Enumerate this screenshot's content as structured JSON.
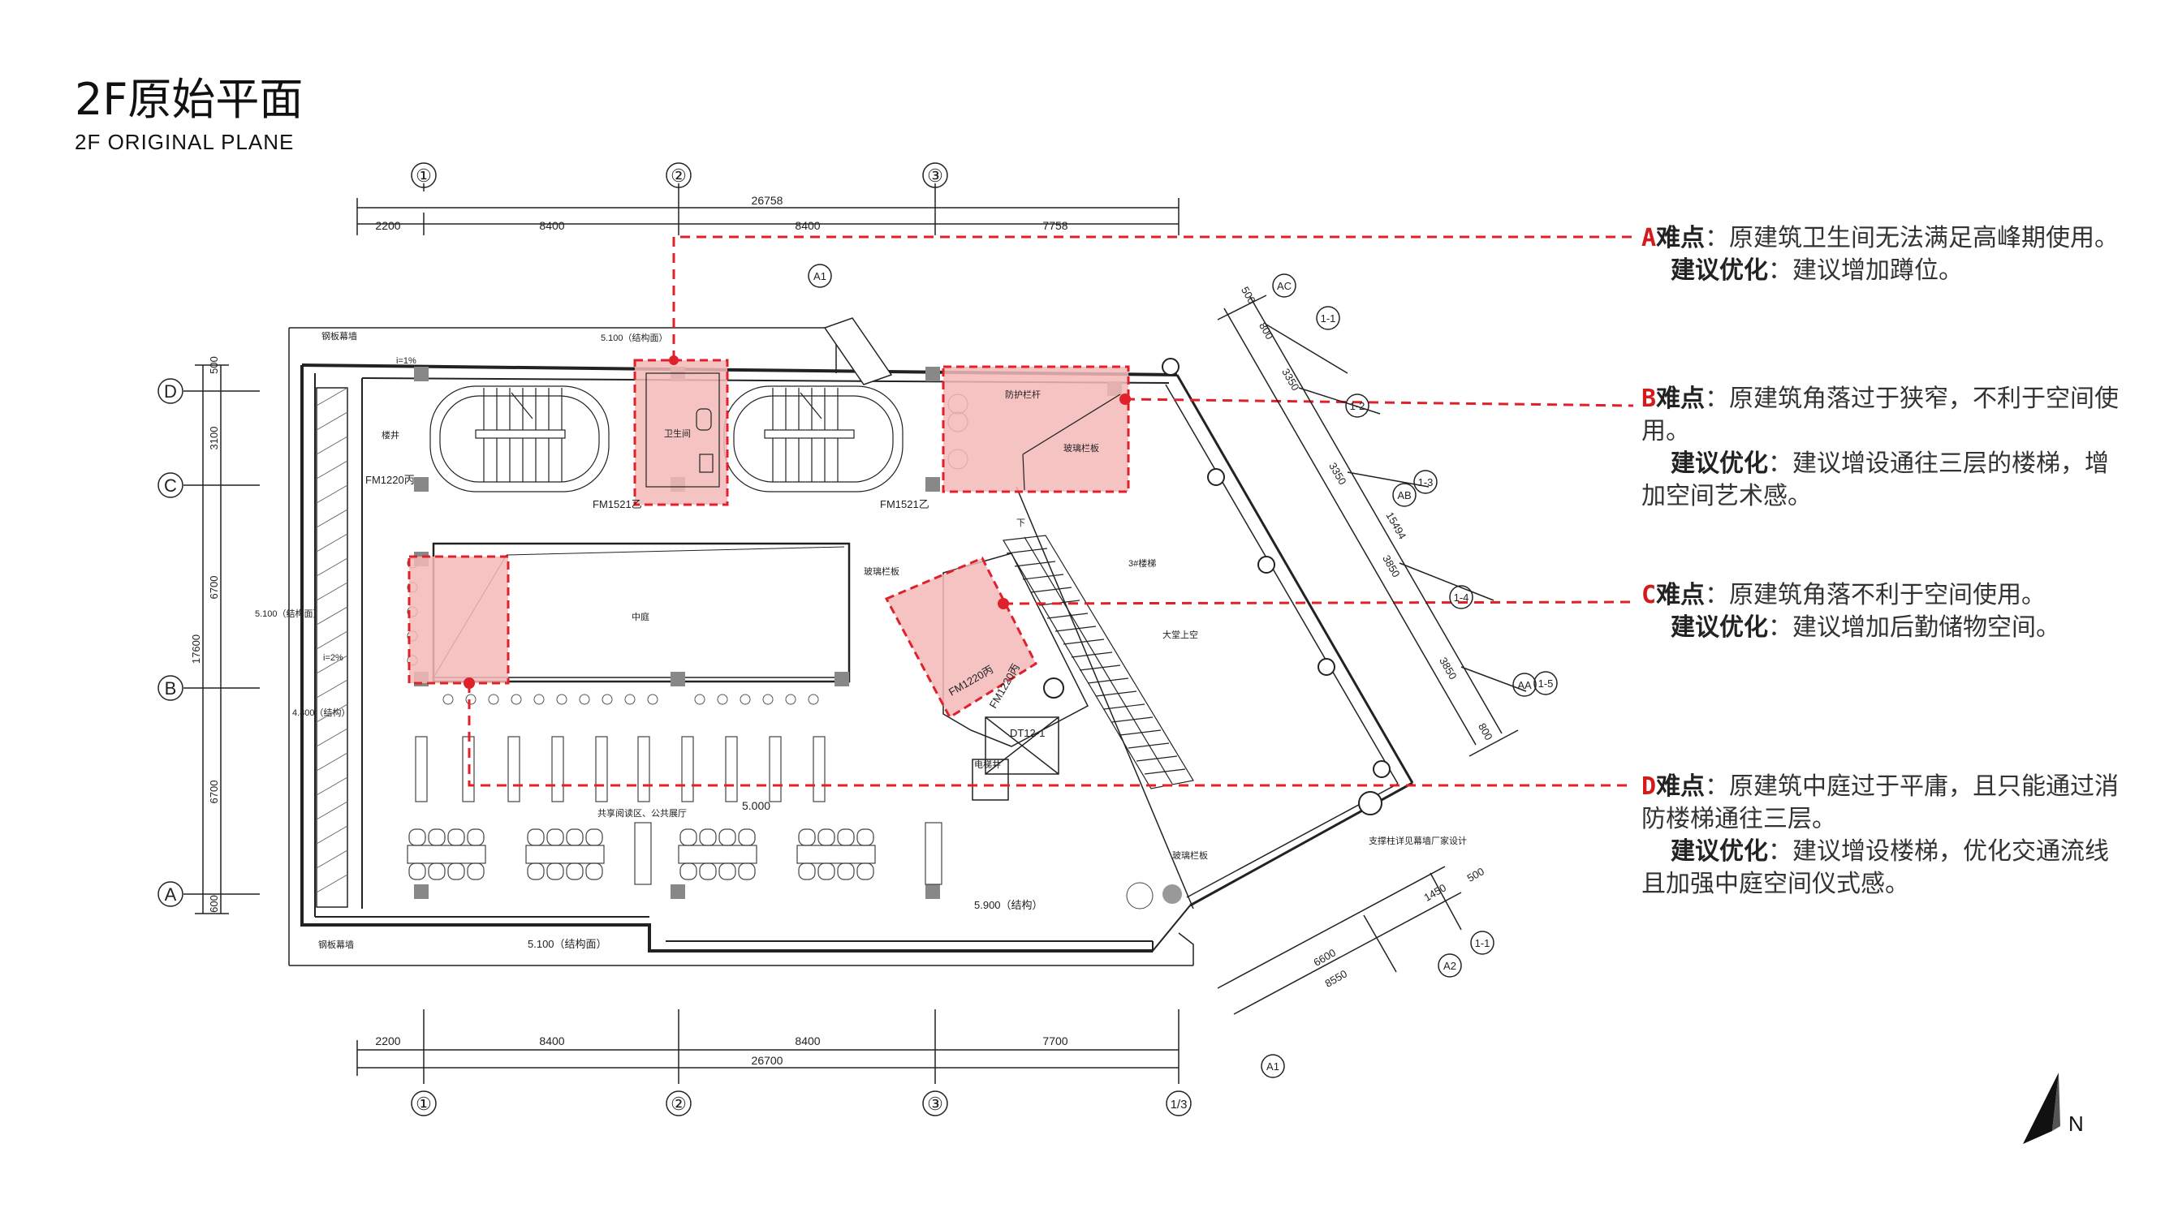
{
  "header": {
    "title": "2F原始平面",
    "subtitle": "2F ORIGINAL PLANE"
  },
  "grid": {
    "axes_top": [
      "①",
      "②",
      "③"
    ],
    "axes_bottom": [
      "①",
      "②",
      "③",
      "1/3"
    ],
    "axes_left": [
      "D",
      "C",
      "B",
      "A"
    ],
    "dims_top_total": "26758",
    "dims_top": [
      "2200",
      "8400",
      "8400",
      "7758"
    ],
    "dims_bottom_total": "26700",
    "dims_bottom": [
      "2200",
      "8400",
      "8400",
      "7700"
    ],
    "dims_left_total": "17600",
    "dims_left": [
      "500",
      "3100",
      "6700",
      "6700",
      "600"
    ],
    "dims_right": [
      "500",
      "800",
      "3350",
      "3350",
      "3850",
      "3850",
      "800",
      "15494"
    ],
    "dims_bottom_right": [
      "1450",
      "500",
      "6600",
      "8550"
    ],
    "axes_right": [
      "AC",
      "1-1",
      "1-2",
      "AB",
      "1-3",
      "1-4",
      "AA",
      "1-5",
      "A1",
      "A2",
      "1-1"
    ],
    "axis_a1_top": "A1"
  },
  "labels": {
    "level_top": "5.100（结构面）",
    "level_left": "5.100（结构面）",
    "level_left2": "4.800（结构）",
    "level_center": "5.000",
    "level_bottom_right": "5.900（结构）",
    "level_bottom": "5.100（结构面）",
    "stair_left": "楼井",
    "toilet": "卫生间",
    "door_fm1220": "FM1220丙",
    "door_fm1521_l": "FM1521乙",
    "door_fm1521_r": "FM1521乙",
    "atrium": "中庭",
    "glass_rail": "玻璃栏板",
    "glass_rail2": "玻璃栏板",
    "glass_rail3": "玻璃栏板",
    "rail_label": "防护栏杆",
    "shared_hall": "共享阅读区、公共展厅",
    "fm1220_door2": "FM1220丙",
    "fm1220_door3": "FM1220丙",
    "dt": "DT12-1",
    "shaft": "电梯井",
    "stair3": "3#楼梯",
    "void": "大堂上空",
    "steel": "钢板幕墙",
    "steel2": "钢板幕墙",
    "slope_1": "i=1%",
    "slope_2": "i=2%",
    "corner_note": "支撑柱详见幕墙厂家设计",
    "stair_up": "下"
  },
  "notes": [
    {
      "letter": "A",
      "lead": "难点",
      "text": "：原建筑卫生间无法满足高峰期使用。",
      "sugg_label": "建议优化",
      "sugg_text": "：建议增加蹲位。"
    },
    {
      "letter": "B",
      "lead": "难点",
      "text": "：原建筑角落过于狭窄，不利于空间使用。",
      "sugg_label": "建议优化",
      "sugg_text": "：建议增设通往三层的楼梯，增加空间艺术感。"
    },
    {
      "letter": "C",
      "lead": "难点",
      "text": "：原建筑角落不利于空间使用。",
      "sugg_label": "建议优化",
      "sugg_text": "：建议增加后勤储物空间。"
    },
    {
      "letter": "D",
      "lead": "难点",
      "text": "：原建筑中庭过于平庸，且只能通过消防楼梯通往三层。",
      "sugg_label": "建议优化",
      "sugg_text": "：建议增设楼梯，优化交通流线且加强中庭空间仪式感。"
    }
  ],
  "north": {
    "label": "N"
  },
  "colors": {
    "highlight_fill": "#f4b8b8",
    "highlight_stroke": "#e0202a",
    "note_letter": "#d41a1a",
    "line": "#222222"
  }
}
